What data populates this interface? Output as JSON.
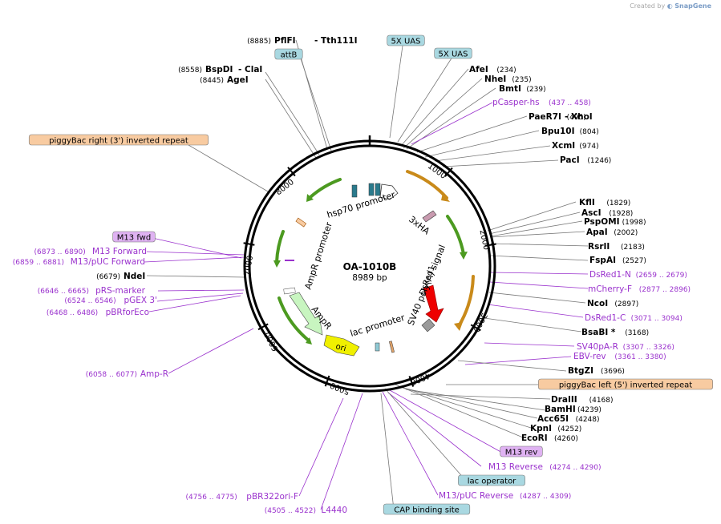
{
  "credit": {
    "prefix": "Created by",
    "brand": "SnapGene"
  },
  "plasmid": {
    "name": "OA-1010B",
    "size_label": "8989 bp",
    "length": 8989
  },
  "ticks": [
    "1000",
    "2000",
    "3000",
    "4000",
    "5000",
    "6000",
    "7000",
    "8000"
  ],
  "enzymes": [
    {
      "name": "PflFI",
      "pos": "(8885)"
    },
    {
      "name": "- Tth111I",
      "pos": ""
    },
    {
      "name": "BspDI",
      "pos": "(8558)"
    },
    {
      "name": "- ClaI",
      "pos": ""
    },
    {
      "name": "AgeI",
      "pos": "(8445)"
    },
    {
      "name": "AfeI",
      "pos": "(234)"
    },
    {
      "name": "NheI",
      "pos": "(235)"
    },
    {
      "name": "BmtI",
      "pos": "(239)"
    },
    {
      "name": "PaeR7I",
      "pos": "(495)"
    },
    {
      "name": "- XhoI",
      "pos": ""
    },
    {
      "name": "Bpu10I",
      "pos": "(804)"
    },
    {
      "name": "XcmI",
      "pos": "(974)"
    },
    {
      "name": "PacI",
      "pos": "(1246)"
    },
    {
      "name": "KflI",
      "pos": "(1829)"
    },
    {
      "name": "AscI",
      "pos": "(1928)"
    },
    {
      "name": "PspOMI",
      "pos": "(1998)"
    },
    {
      "name": "ApaI",
      "pos": "(2002)"
    },
    {
      "name": "RsrII",
      "pos": "(2183)"
    },
    {
      "name": "FspAI",
      "pos": "(2527)"
    },
    {
      "name": "NcoI",
      "pos": "(2897)"
    },
    {
      "name": "BsaBI *",
      "pos": "(3168)"
    },
    {
      "name": "BtgZI",
      "pos": "(3696)"
    },
    {
      "name": "DraIII",
      "pos": "(4168)"
    },
    {
      "name": "BamHI",
      "pos": "(4239)"
    },
    {
      "name": "Acc65I",
      "pos": "(4248)"
    },
    {
      "name": "KpnI",
      "pos": "(4252)"
    },
    {
      "name": "EcoRI",
      "pos": "(4260)"
    },
    {
      "name": "NdeI",
      "pos": "(6679)"
    }
  ],
  "primers": [
    {
      "name": "pCasper-hs",
      "range": "(437 .. 458)"
    },
    {
      "name": "DsRed1-N",
      "range": "(2659 .. 2679)"
    },
    {
      "name": "mCherry-F",
      "range": "(2877 .. 2896)"
    },
    {
      "name": "DsRed1-C",
      "range": "(3071 .. 3094)"
    },
    {
      "name": "SV40pA-R",
      "range": "(3307 .. 3326)"
    },
    {
      "name": "EBV-rev",
      "range": "(3361 .. 3380)"
    },
    {
      "name": "M13 Reverse",
      "range": "(4274 .. 4290)"
    },
    {
      "name": "M13/pUC Reverse",
      "range": "(4287 .. 4309)"
    },
    {
      "name": "L4440",
      "range": "(4505 .. 4522)"
    },
    {
      "name": "pBR322ori-F",
      "range": "(4756 .. 4775)"
    },
    {
      "name": "Amp-R",
      "range": "(6058 .. 6077)"
    },
    {
      "name": "pBRforEco",
      "range": "(6468 .. 6486)"
    },
    {
      "name": "pGEX 3'",
      "range": "(6524 .. 6546)"
    },
    {
      "name": "pRS-marker",
      "range": "(6646 .. 6665)"
    },
    {
      "name": "M13/pUC Forward",
      "range": "(6859 .. 6881)"
    },
    {
      "name": "M13 Forward",
      "range": "(6873 .. 6890)"
    }
  ],
  "boxed_labels": [
    {
      "text": "5X UAS"
    },
    {
      "text": "5X UAS"
    },
    {
      "text": "attB"
    },
    {
      "text": "piggyBac right (3') inverted repeat"
    },
    {
      "text": "M13 fwd"
    },
    {
      "text": "piggyBac left (5') inverted repeat"
    },
    {
      "text": "M13 rev"
    },
    {
      "text": "lac operator"
    },
    {
      "text": "CAP binding site"
    }
  ],
  "feature_labels": [
    "hsp70 promoter",
    "3xHA",
    "DsRed1",
    "SV40 poly(A) signal",
    "lac promoter",
    "ori",
    "AmpR",
    "AmpR promoter"
  ],
  "colors": {
    "enzyme": "#000000",
    "primer": "#9a32cd",
    "uas_box": "#a9d8e1",
    "pb_box": "#f8cba1",
    "m13_box": "#dfb2f2",
    "ring": "#000000",
    "arc_orange": "#c98a1a",
    "arc_green": "#4c9a20",
    "dsred": "#ee0000",
    "ori": "#f0f000",
    "ampr": "#c8f5c0"
  }
}
